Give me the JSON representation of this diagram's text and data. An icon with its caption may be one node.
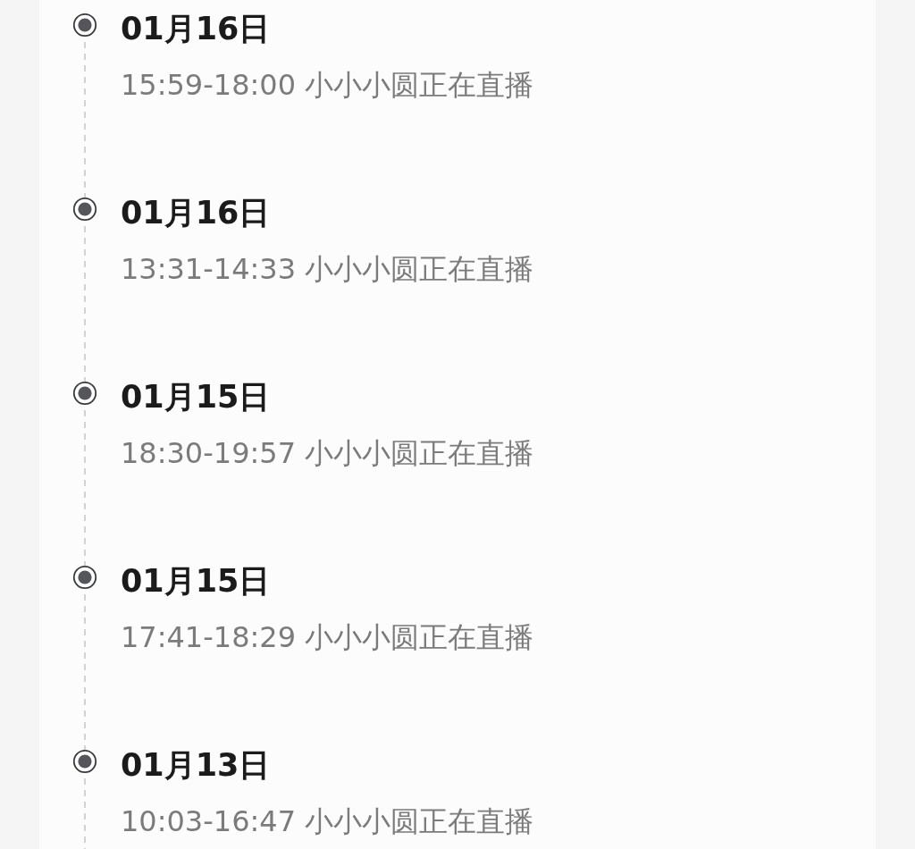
{
  "diagram": {
    "nodes": [
      {
        "text": [],
        "shape": "circle",
        "beside": [
          "01月16日",
          "15:59-18:00 小小小圆正在直播"
        ]
      },
      {
        "text": [],
        "shape": "circle",
        "beside": [
          "01月16日",
          "13:31-14:33 小小小圆正在直播"
        ]
      },
      {
        "text": [],
        "shape": "circle",
        "beside": [
          "01月15日",
          "18:30-19:57 小小小圆正在直播"
        ]
      },
      {
        "text": [],
        "shape": "circle",
        "beside": [
          "01月15日",
          "17:41-18:29 小小小圆正在直播"
        ]
      },
      {
        "text": [],
        "shape": "circle",
        "beside": [
          "01月13日",
          "10:03-16:47 小小小圆正在直播"
        ]
      }
    ],
    "edges": [
      {
        "from": 0,
        "to": 1,
        "arrow": "none",
        "style": "dashed"
      },
      {
        "from": 1,
        "to": 2,
        "arrow": "none",
        "style": "dashed"
      },
      {
        "from": 2,
        "to": 3,
        "arrow": "none",
        "style": "dashed"
      },
      {
        "from": 3,
        "to": 4,
        "arrow": "none",
        "style": "dashed"
      },
      {
        "from": 4,
        "to": null,
        "arrow": "none",
        "style": "dashed"
      }
    ]
  }
}
